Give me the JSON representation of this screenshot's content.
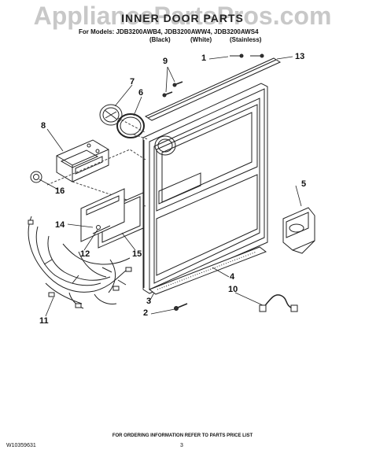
{
  "watermark": "AppliancePartsPros.com",
  "title": "INNER DOOR PARTS",
  "models_line": "For Models: JDB3200AWB4, JDB3200AWW4, JDB3200AWS4",
  "colors": [
    "(Black)",
    "(White)",
    "(Stainless)"
  ],
  "callouts": [
    "1",
    "2",
    "3",
    "4",
    "5",
    "6",
    "7",
    "8",
    "9",
    "10",
    "11",
    "12",
    "13",
    "14",
    "15",
    "16"
  ],
  "footer": {
    "ordering_info": "FOR ORDERING INFORMATION REFER TO PARTS PRICE LIST",
    "doc_number": "W10359631",
    "page_number": "3"
  }
}
